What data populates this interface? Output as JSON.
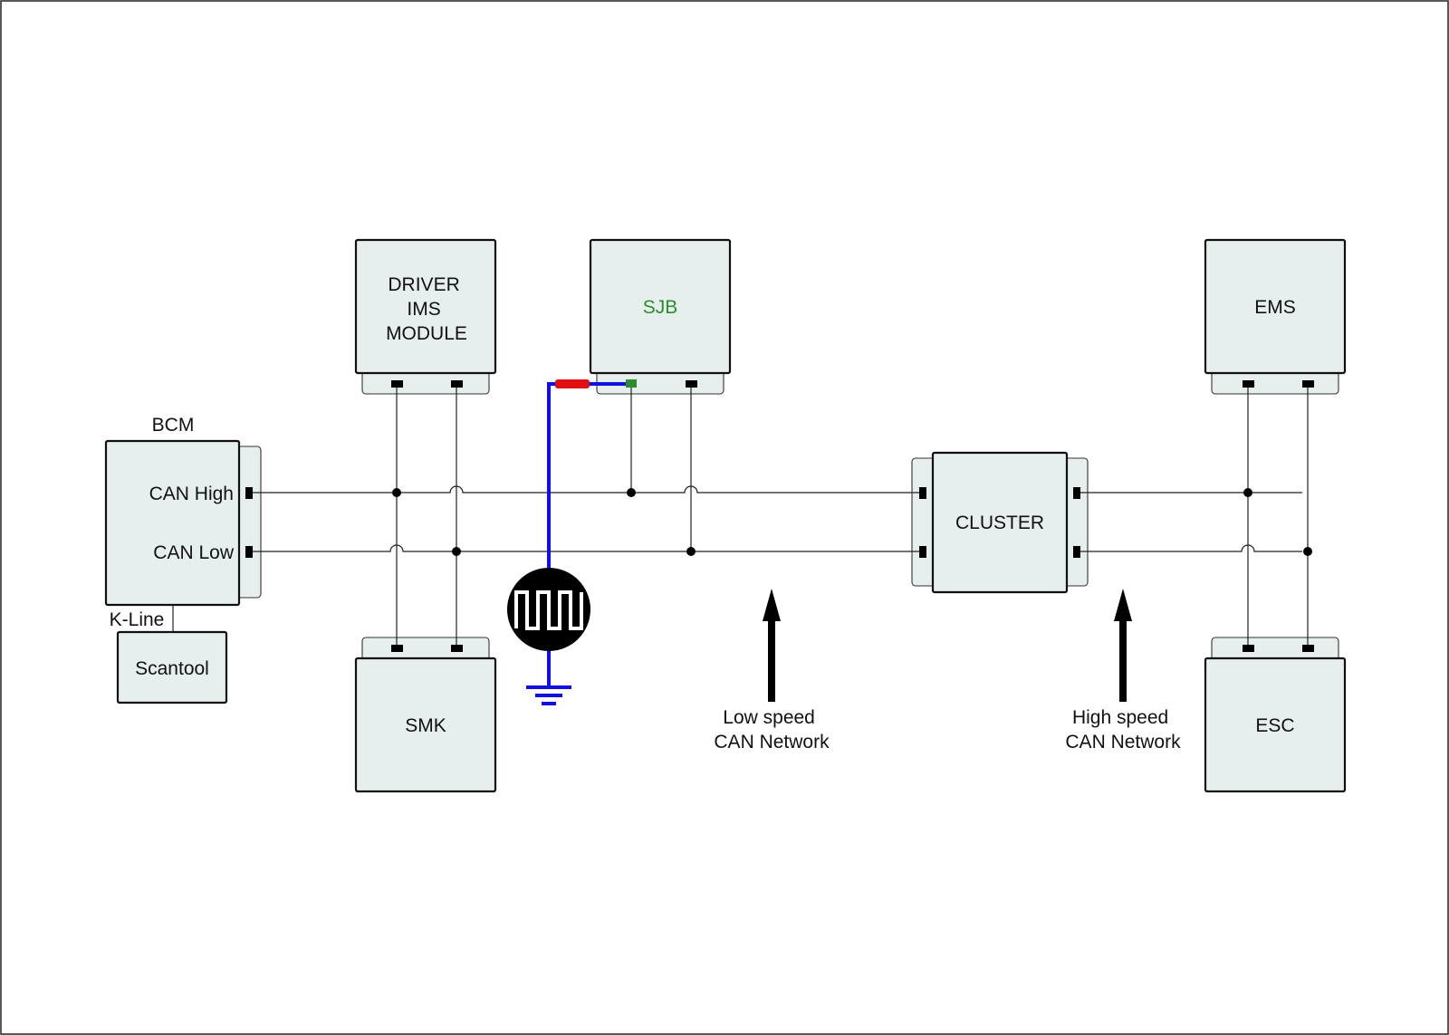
{
  "modules": {
    "bcm": {
      "title": "BCM",
      "can_high": "CAN High",
      "can_low": "CAN Low"
    },
    "driver_ims": {
      "lines": [
        "DRIVER",
        "IMS",
        "MODULE"
      ]
    },
    "sjb": {
      "label": "SJB",
      "color": "#2e8b2e"
    },
    "ems": {
      "label": "EMS"
    },
    "cluster": {
      "label": "CLUSTER"
    },
    "smk": {
      "label": "SMK"
    },
    "esc": {
      "label": "ESC"
    },
    "scantool": {
      "label": "Scantool"
    }
  },
  "k_line_label": "K-Line",
  "annotations": {
    "low_speed": [
      "Low speed",
      "CAN Network"
    ],
    "high_speed": [
      "High speed",
      "CAN Network"
    ]
  },
  "probe": {
    "signal_icon": "square-wave-icon",
    "ground_icon": "ground-symbol-icon",
    "lead_color": "#1010e0",
    "tip_red": "#e01010",
    "tip_green": "#2e8b2e"
  }
}
